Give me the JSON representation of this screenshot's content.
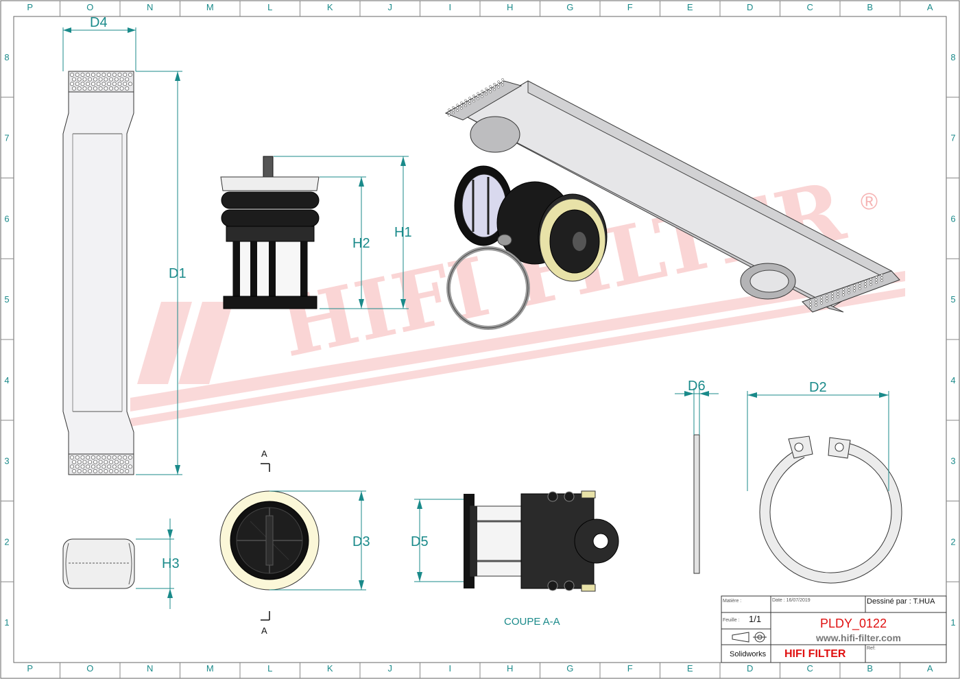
{
  "zones": {
    "columns": [
      "P",
      "O",
      "N",
      "M",
      "L",
      "K",
      "J",
      "I",
      "H",
      "G",
      "F",
      "E",
      "D",
      "C",
      "B",
      "A"
    ],
    "rows": [
      "8",
      "7",
      "6",
      "5",
      "4",
      "3",
      "2",
      "1"
    ]
  },
  "dimensions": {
    "d1": "D1",
    "d2": "D2",
    "d3": "D3",
    "d4": "D4",
    "d5": "D5",
    "d6": "D6",
    "h1": "H1",
    "h2": "H2",
    "h3": "H3"
  },
  "section": {
    "marker_top": "A",
    "marker_bottom": "A",
    "caption": "COUPE A-A"
  },
  "watermark": {
    "text": "HIFI FILTER",
    "registered": "®"
  },
  "title_block": {
    "matiere_label": "Matière :",
    "date_label": "Date : 16/07/2019",
    "dessine_label": "Dessiné par : T.HUA",
    "feuille_label": "Feuille :",
    "feuille_value": "1/1",
    "part_number": "PLDY_0122",
    "website": "www.hifi-filter.com",
    "software": "Solidworks",
    "brand": "HIFI FILTER",
    "ref_label": "Ref:"
  },
  "colors": {
    "dimension": "#1a8a8a",
    "brand_red": "#e01010",
    "watermark": "#f6b4b4",
    "gasket_yellow": "#e8e2a8"
  }
}
